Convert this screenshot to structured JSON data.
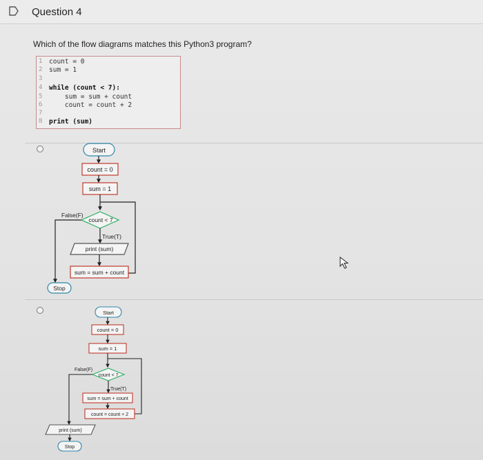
{
  "header": {
    "title": "Question 4"
  },
  "question": {
    "prompt": "Which of the flow diagrams matches this Python3 program?"
  },
  "code": {
    "lines": [
      {
        "num": "1",
        "text": "count = 0"
      },
      {
        "num": "2",
        "text": "sum = 1"
      },
      {
        "num": "3",
        "text": ""
      },
      {
        "num": "4",
        "text": "while (count < 7):"
      },
      {
        "num": "5",
        "text": "    sum = sum + count"
      },
      {
        "num": "6",
        "text": "    count = count + 2"
      },
      {
        "num": "7",
        "text": ""
      },
      {
        "num": "8",
        "text": "print (sum)"
      }
    ]
  },
  "option1": {
    "start": "Start",
    "init_count": "count = 0",
    "init_sum": "sum = 1",
    "condition": "count < 7",
    "false_label": "False(F)",
    "true_label": "True(T)",
    "print": "print (sum)",
    "update": "sum = sum + count",
    "stop": "Stop"
  },
  "option2": {
    "start": "Start",
    "init_count": "count = 0",
    "init_sum": "sum = 1",
    "condition": "count < 7",
    "false_label": "False(F)",
    "true_label": "True(T)",
    "update1": "sum = sum + count",
    "update2": "count = count + 2",
    "print": "print (sum)",
    "stop": "Stop"
  },
  "colors": {
    "box_border": "#c0392b",
    "start_border": "#2e86ab",
    "diamond_border": "#27ae60"
  }
}
